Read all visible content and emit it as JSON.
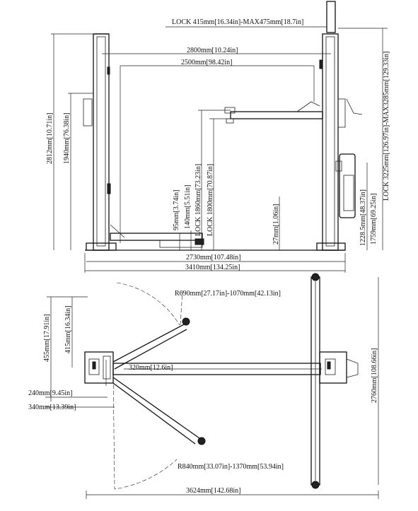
{
  "side_view": {
    "lock_range": "LOCK 415mm[16.34in]-MAX475mm[18.7in]",
    "outer_width": "2800mm[10.24in]",
    "inner_width": "2500mm[98.42in]",
    "overall_height": "2812mm[10.71in]",
    "height_1940": "1940mm[76.38in]",
    "low_95": "95mm[3.74in]",
    "low_140": "140mm[5.51in]",
    "lock_1860": "LOCK 1860mm[73.23in]",
    "lock_1800": "LOCK 1800mm[70.87in]",
    "arm_27": "27mm[1.06in]",
    "dim_1228": "1228.5mm[48.37in]",
    "dim_1759": "1759mm[69.25in]",
    "lock_3225": "LOCK 3225mm[126.97in]-MAX3285mm[129.33in]",
    "base_2730": "2730mm[107.48in]",
    "base_3410": "3410mm[134.25in]"
  },
  "top_view": {
    "radius_upper": "R690mm[27.17in]-1070mm[42.13in]",
    "radius_lower": "R840mm[33.07in]-1370mm[53.94in]",
    "dim_455": "455mm[17.91in]",
    "dim_415": "415mm[16.34in]",
    "dim_320": "320mm[12.6in]",
    "dim_240": "240mm[9.45in]",
    "dim_340": "340mm[13.39in]",
    "dim_2760": "2760mm[108.66in]",
    "dim_3624": "3624mm[142.68in]"
  }
}
